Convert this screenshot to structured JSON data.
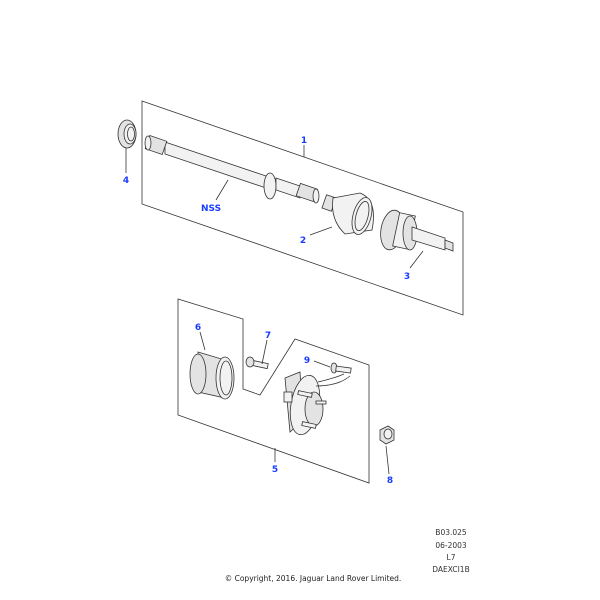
{
  "callouts": {
    "c1": "1",
    "c2": "2",
    "c3": "3",
    "c4": "4",
    "c5": "5",
    "c6": "6",
    "c7": "7",
    "c8": "8",
    "c9": "9",
    "nss": "NSS"
  },
  "reference": {
    "code": "B03.025",
    "date": "06-2003",
    "model": "L7",
    "illustration_id": "DAEXCI1B"
  },
  "copyright": "© Copyright, 2016. Jaguar Land Rover Limited.",
  "colors": {
    "callout": "#1a3cff",
    "line": "#333333"
  }
}
